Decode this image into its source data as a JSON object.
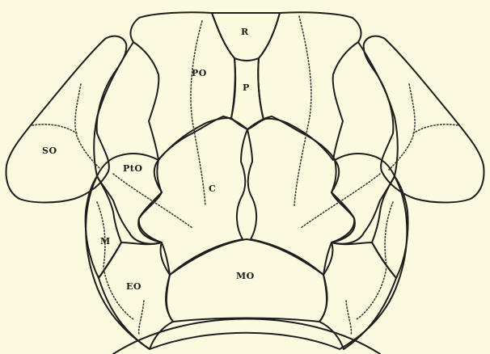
{
  "labels": {
    "R": "R",
    "P": "P",
    "PO": "PO",
    "SO": "SO",
    "PtO": "PtO",
    "C": "C",
    "M": "M",
    "EO": "EO",
    "MO": "MO"
  },
  "colors": {
    "background": "#fbf9de",
    "ink": "#1e1e1e"
  }
}
